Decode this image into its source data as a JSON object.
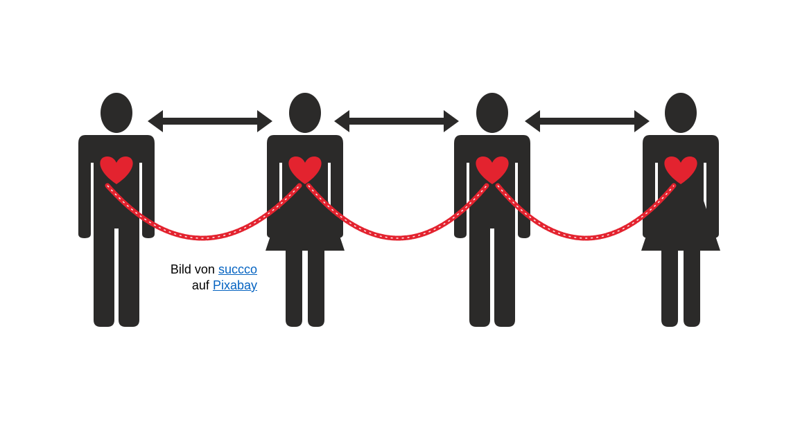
{
  "caption": {
    "prefix": "Bild von",
    "author_link": "succco",
    "middle": "auf",
    "site_link": "Pixabay"
  },
  "colors": {
    "figure": "#2b2a29",
    "heart": "#e3232f",
    "link": "#0563c1"
  }
}
